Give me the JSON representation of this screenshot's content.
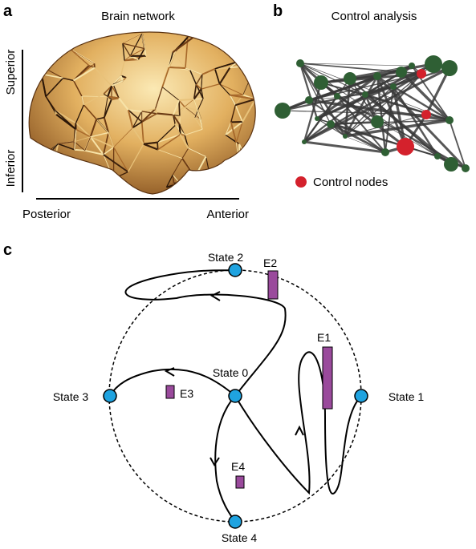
{
  "panels": {
    "a": {
      "letter": "a",
      "title": "Brain network",
      "axis_vertical_top": "Superior",
      "axis_vertical_bottom": "Inferior",
      "axis_horizontal_left": "Posterior",
      "axis_horizontal_right": "Anterior"
    },
    "b": {
      "letter": "b",
      "title": "Control analysis",
      "legend_label": "Control nodes",
      "colors": {
        "node": "#2f5f34",
        "control_node": "#d4212c",
        "edge": "#3a3a3a"
      }
    },
    "c": {
      "letter": "c",
      "states": {
        "s0": "State 0",
        "s1": "State 1",
        "s2": "State 2",
        "s3": "State 3",
        "s4": "State 4"
      },
      "energies": {
        "e1": {
          "label": "E1",
          "value": 1.0
        },
        "e2": {
          "label": "E2",
          "value": 0.45
        },
        "e3": {
          "label": "E3",
          "value": 0.2
        },
        "e4": {
          "label": "E4",
          "value": 0.2
        }
      },
      "colors": {
        "state_node": "#1fa3e0",
        "energy_bar": "#9a4a9c"
      }
    }
  }
}
